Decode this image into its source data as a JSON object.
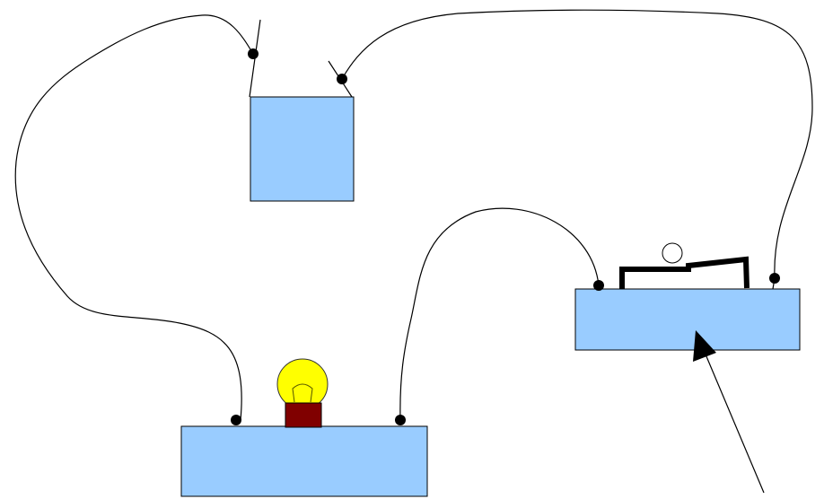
{
  "diagram": {
    "type": "electric-circuit",
    "components": [
      {
        "id": "power-source",
        "kind": "box with two wire leads"
      },
      {
        "id": "bulb-base",
        "kind": "box with light bulb and two terminals"
      },
      {
        "id": "switch-base",
        "kind": "box with lever switch and two terminals"
      }
    ],
    "pointer": {
      "kind": "arrow",
      "target": "switch-base"
    }
  },
  "colors": {
    "box_fill": "#99ccff",
    "bulb_glass": "#ffff00",
    "bulb_socket": "#800000",
    "wire": "#000000",
    "terminal": "#000000"
  },
  "icons": {
    "bulb": "light-bulb-icon",
    "switch": "lever-switch-icon",
    "arrow": "arrow-icon"
  }
}
